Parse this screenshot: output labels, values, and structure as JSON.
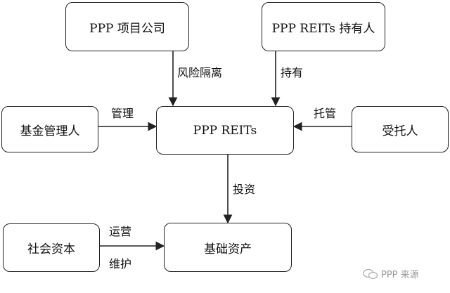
{
  "boxes": {
    "ppp_company": "PPP 项目公司",
    "reits_holder": "PPP REITs 持有人",
    "fund_manager": "基金管理人",
    "ppp_reits": "PPP REITs",
    "trustee": "受托人",
    "social_capital": "社会资本",
    "underlying_assets": "基础资产"
  },
  "edges": {
    "risk_isolation": "风险隔离",
    "hold": "持有",
    "manage": "管理",
    "custody": "托管",
    "invest": "投资",
    "operate": "运营",
    "maintain": "维护"
  },
  "watermark": {
    "text": "PPP 来源",
    "icon": "wechat-icon"
  }
}
